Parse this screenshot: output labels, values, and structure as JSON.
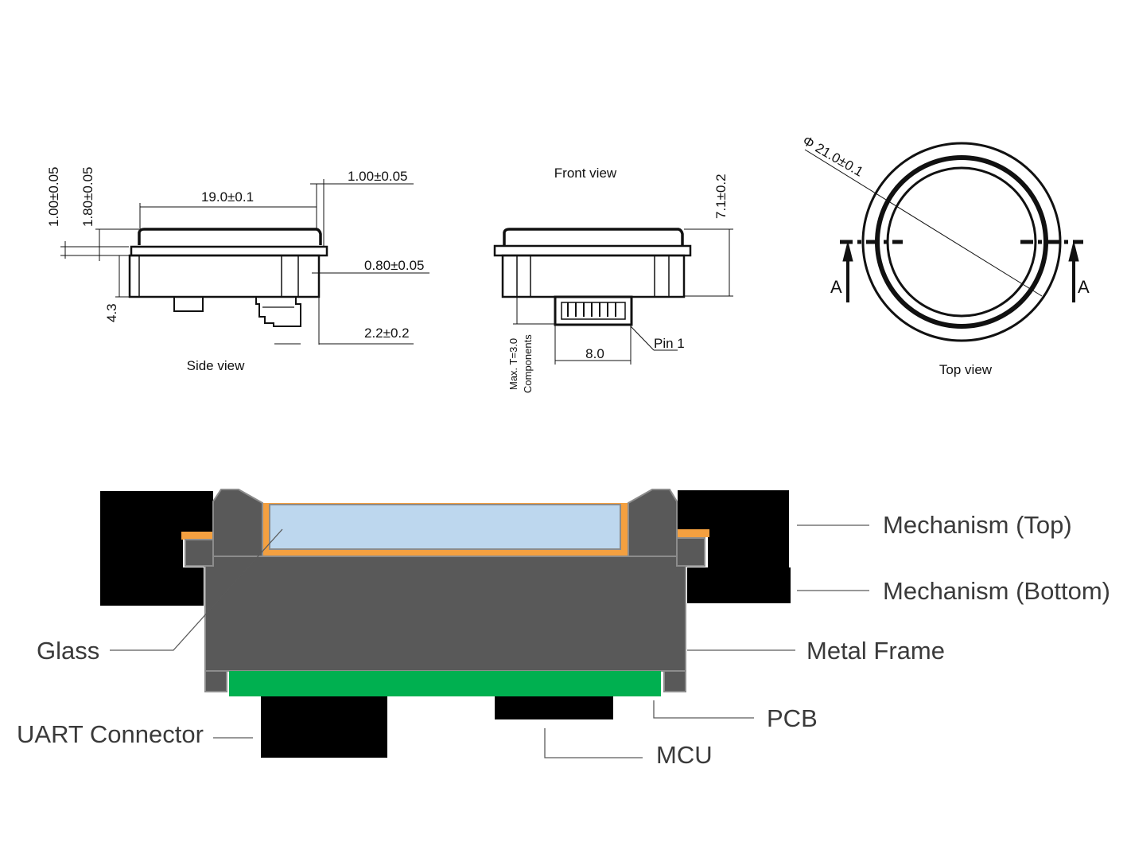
{
  "side_view": {
    "caption": "Side view",
    "dims": {
      "width": "19.0±0.1",
      "lip": "1.00±0.05",
      "top_thickness": "1.00±0.05",
      "top_height": "1.80±0.05",
      "rim": "0.80±0.05",
      "body_height": "4.3",
      "connector": "2.2±0.2"
    }
  },
  "front_view": {
    "caption": "Front view",
    "dims": {
      "height": "7.1±0.2",
      "connector_width": "8.0",
      "pin": "Pin 1",
      "components_line1": "Max. T=3.0",
      "components_line2": "Components"
    }
  },
  "top_view": {
    "caption": "Top view",
    "diameter": "Φ 21.0±0.1",
    "section_left": "A",
    "section_right": "A"
  },
  "cross_section": {
    "labels": {
      "mech_top": "Mechanism (Top)",
      "mech_bottom": "Mechanism (Bottom)",
      "glass": "Glass",
      "metal_frame": "Metal Frame",
      "uart": "UART Connector",
      "pcb": "PCB",
      "mcu": "MCU"
    },
    "colors": {
      "mechanism": "#000000",
      "frame": "#595959",
      "frame_border": "#8c8c8c",
      "glass": "#bdd7ee",
      "adhesive": "#f4a040",
      "pcb": "#00b050",
      "leader": "#5a5a5a"
    }
  }
}
